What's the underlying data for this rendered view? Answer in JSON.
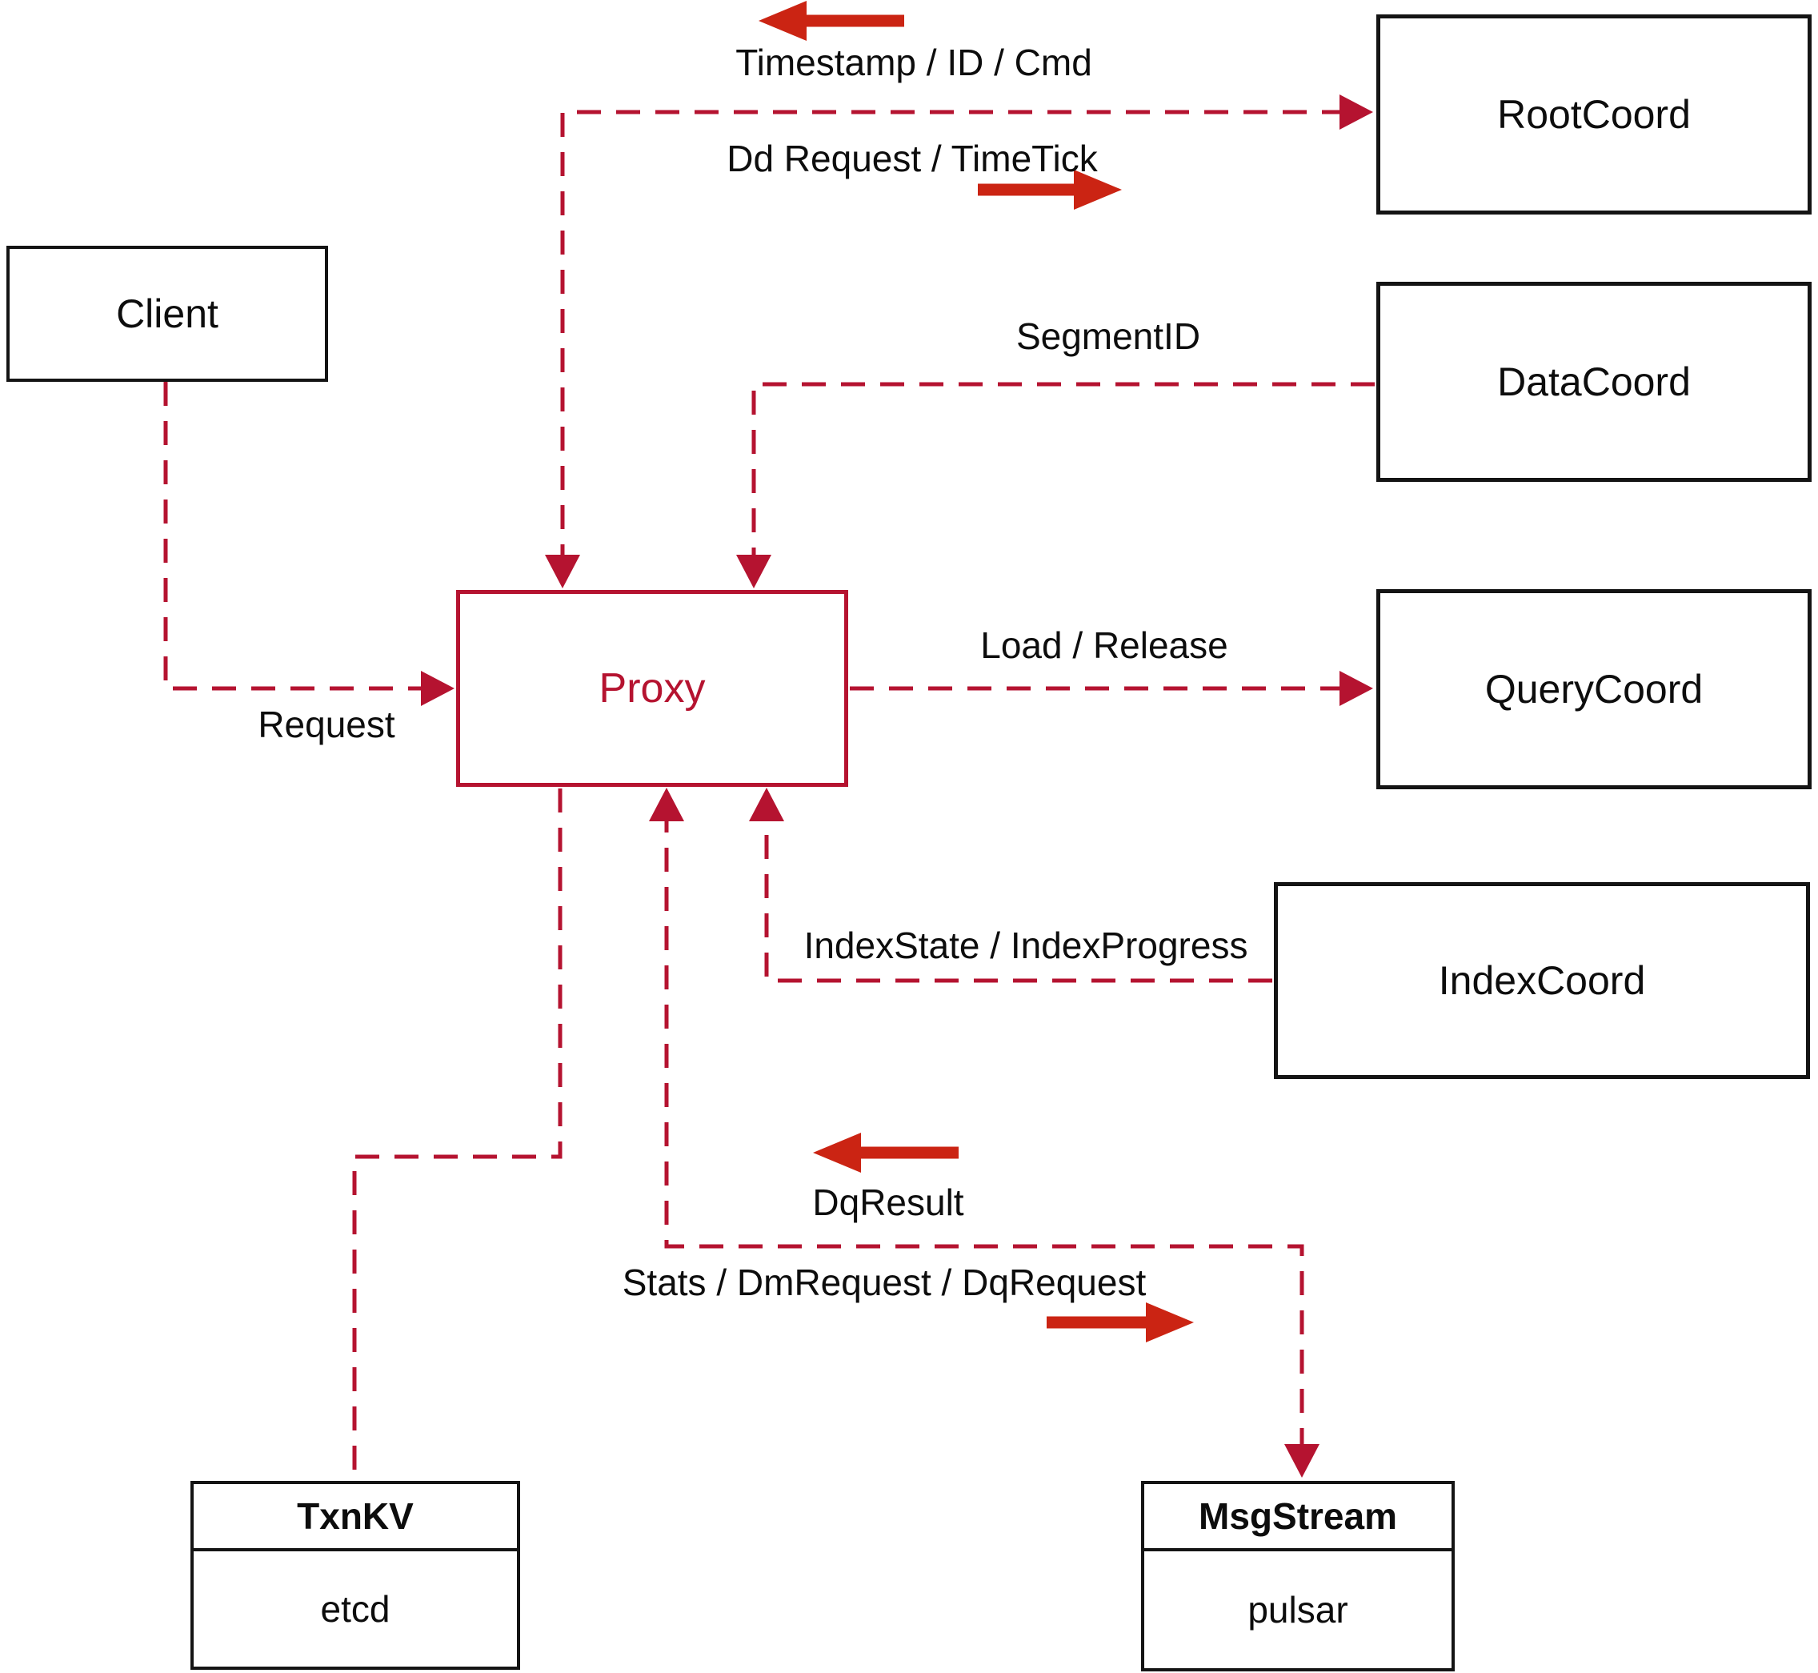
{
  "diagram": {
    "title": "Proxy interaction diagram",
    "colors": {
      "line_red": "#b51330",
      "arrow_red": "#cb2413",
      "box_border": "#141414"
    },
    "nodes": {
      "client": {
        "label": "Client"
      },
      "proxy": {
        "label": "Proxy"
      },
      "root_coord": {
        "label": "RootCoord"
      },
      "data_coord": {
        "label": "DataCoord"
      },
      "query_coord": {
        "label": "QueryCoord"
      },
      "index_coord": {
        "label": "IndexCoord"
      },
      "txn_kv": {
        "title": "TxnKV",
        "subtitle": "etcd"
      },
      "msg_stream": {
        "title": "MsgStream",
        "subtitle": "pulsar"
      }
    },
    "edge_labels": {
      "timestamp": "Timestamp / ID / Cmd",
      "dd_request": "Dd Request / TimeTick",
      "segment_id": "SegmentID",
      "request": "Request",
      "load_release": "Load / Release",
      "index_state": "IndexState / IndexProgress",
      "dq_result": "DqResult",
      "stats": "Stats / DmRequest / DqRequest"
    },
    "edges": [
      {
        "from": "client",
        "to": "proxy",
        "label": "Request",
        "style": "dashed"
      },
      {
        "from": "proxy",
        "to": "root_coord",
        "label": "Dd Request / TimeTick",
        "back_label": "Timestamp / ID / Cmd",
        "style": "dashed",
        "bidirectional": true
      },
      {
        "from": "data_coord",
        "to": "proxy",
        "label": "SegmentID",
        "style": "dashed"
      },
      {
        "from": "proxy",
        "to": "query_coord",
        "label": "Load / Release",
        "style": "dashed"
      },
      {
        "from": "index_coord",
        "to": "proxy",
        "label": "IndexState / IndexProgress",
        "style": "dashed"
      },
      {
        "from": "proxy",
        "to": "txn_kv",
        "label": "",
        "style": "dashed"
      },
      {
        "from": "proxy",
        "to": "msg_stream",
        "label": "Stats / DmRequest / DqRequest",
        "back_label": "DqResult",
        "style": "dashed",
        "bidirectional": true
      }
    ]
  }
}
